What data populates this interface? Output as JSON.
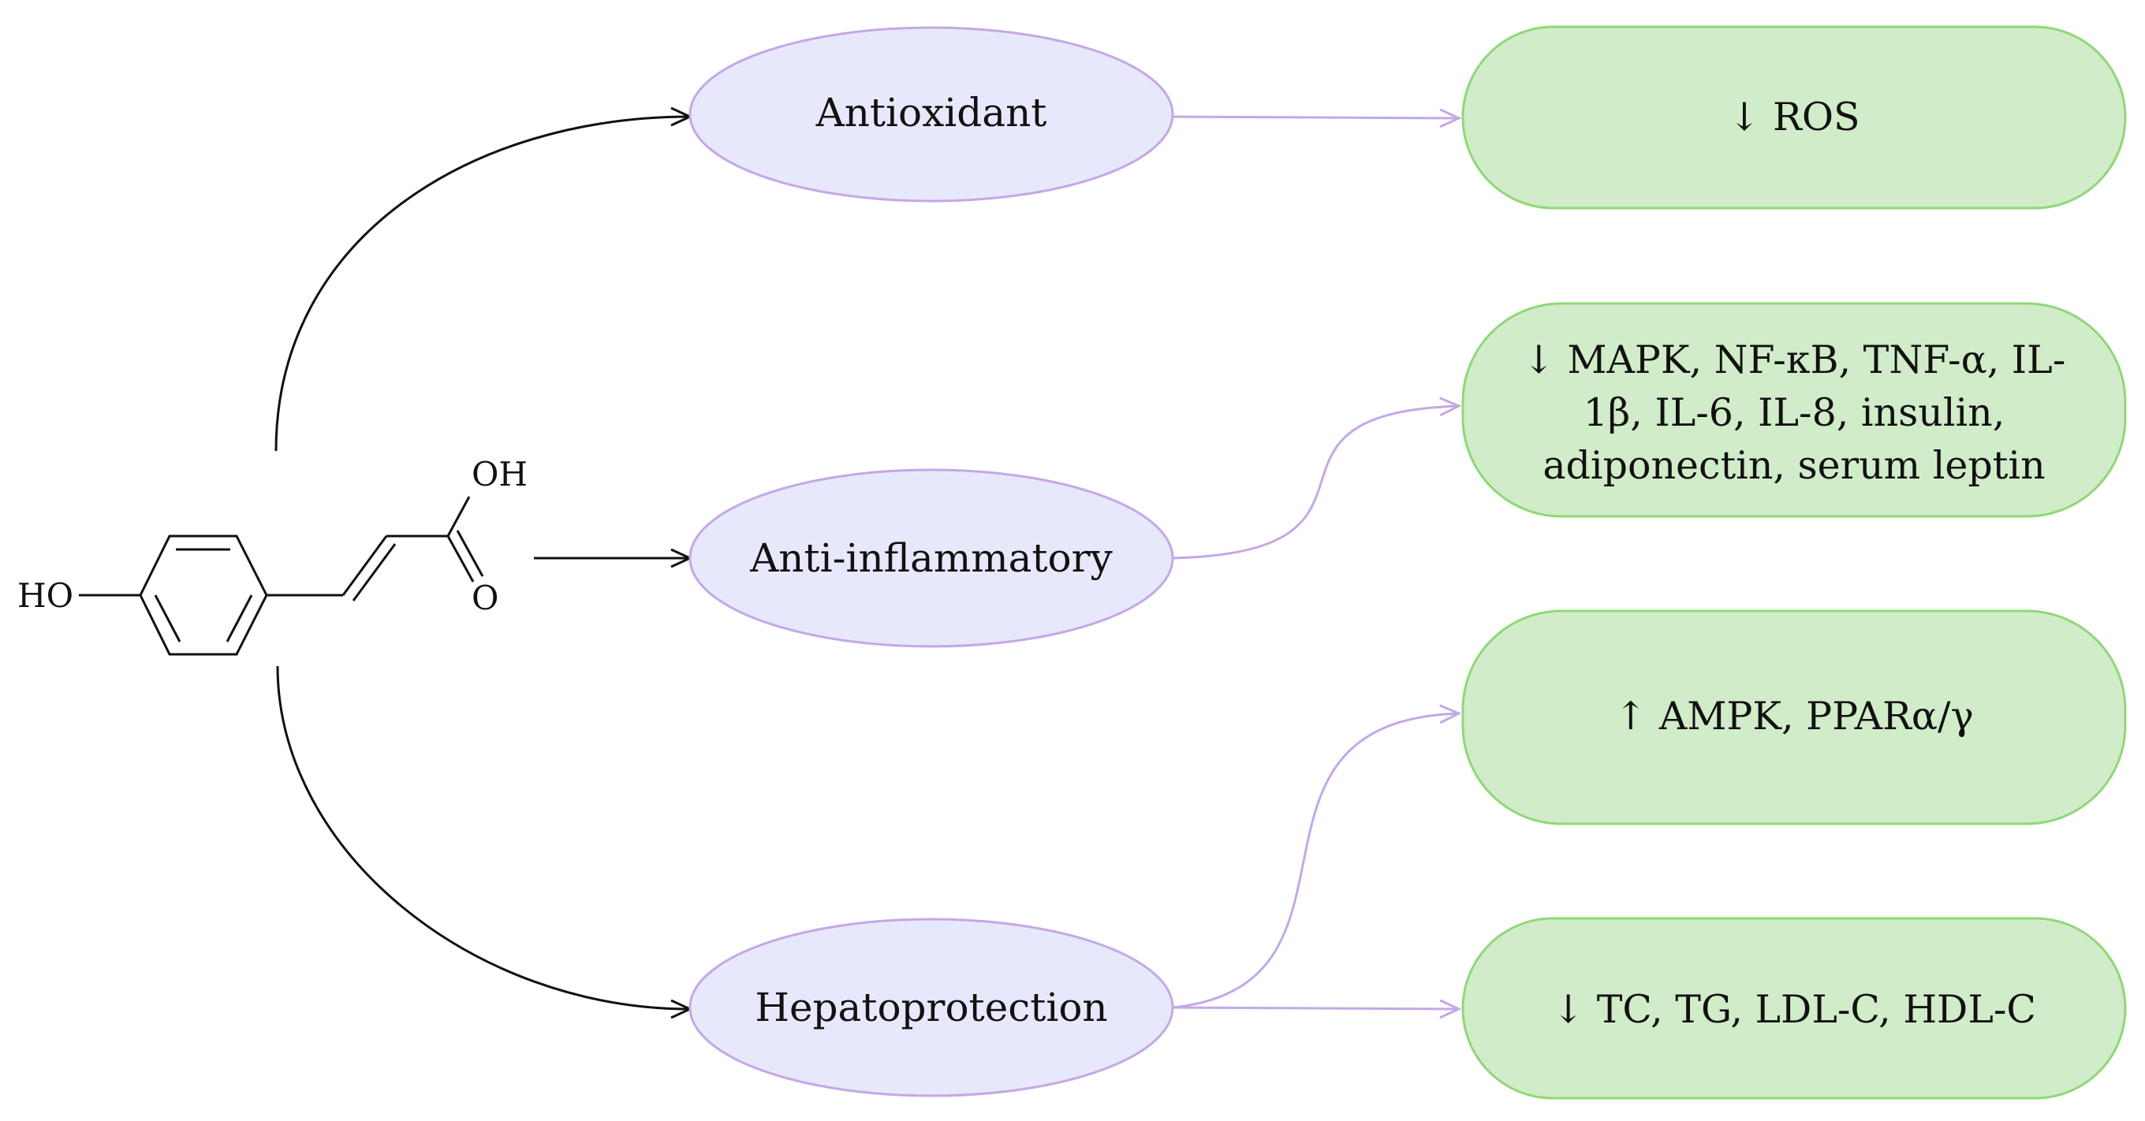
{
  "molecule": {
    "atoms": {
      "ho": "HO",
      "oh": "OH",
      "o": "O"
    }
  },
  "effects": [
    {
      "label": "Antioxidant"
    },
    {
      "label": "Anti-inflammatory"
    },
    {
      "label": "Hepatoprotection"
    }
  ],
  "outcomes": [
    {
      "lines": [
        "↓ ROS"
      ]
    },
    {
      "lines": [
        "↓ MAPK, NF-κB, TNF-α, IL-",
        "1β, IL-6, IL-8, insulin,",
        "adiponectin, serum leptin"
      ]
    },
    {
      "lines": [
        "↑ AMPK, PPARα/γ"
      ]
    },
    {
      "lines": [
        "↓ TC, TG, LDL-C, HDL-C"
      ]
    }
  ],
  "colors": {
    "ellipse_fill": "#e8e8fc",
    "ellipse_stroke": "#c4a8e6",
    "box_fill": "#d1ecc8",
    "box_stroke": "#8fd878",
    "black_arrow": "#111111",
    "purple_arrow": "#c4a8e6"
  }
}
